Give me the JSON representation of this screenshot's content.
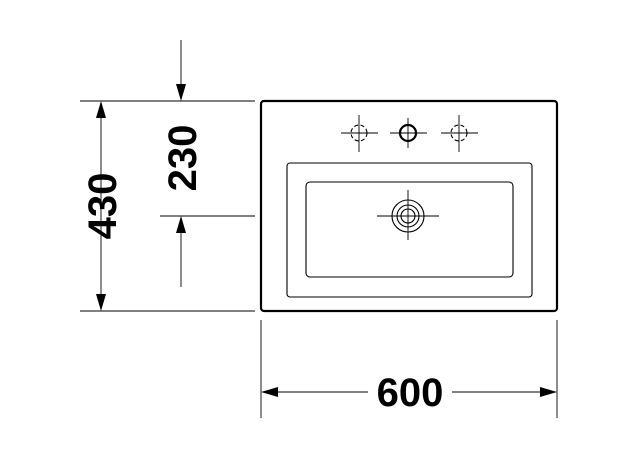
{
  "dimensions": {
    "total_depth": "430",
    "bowl_offset": "230",
    "total_width": "600"
  },
  "colors": {
    "line": "#000000",
    "background": "#ffffff"
  }
}
